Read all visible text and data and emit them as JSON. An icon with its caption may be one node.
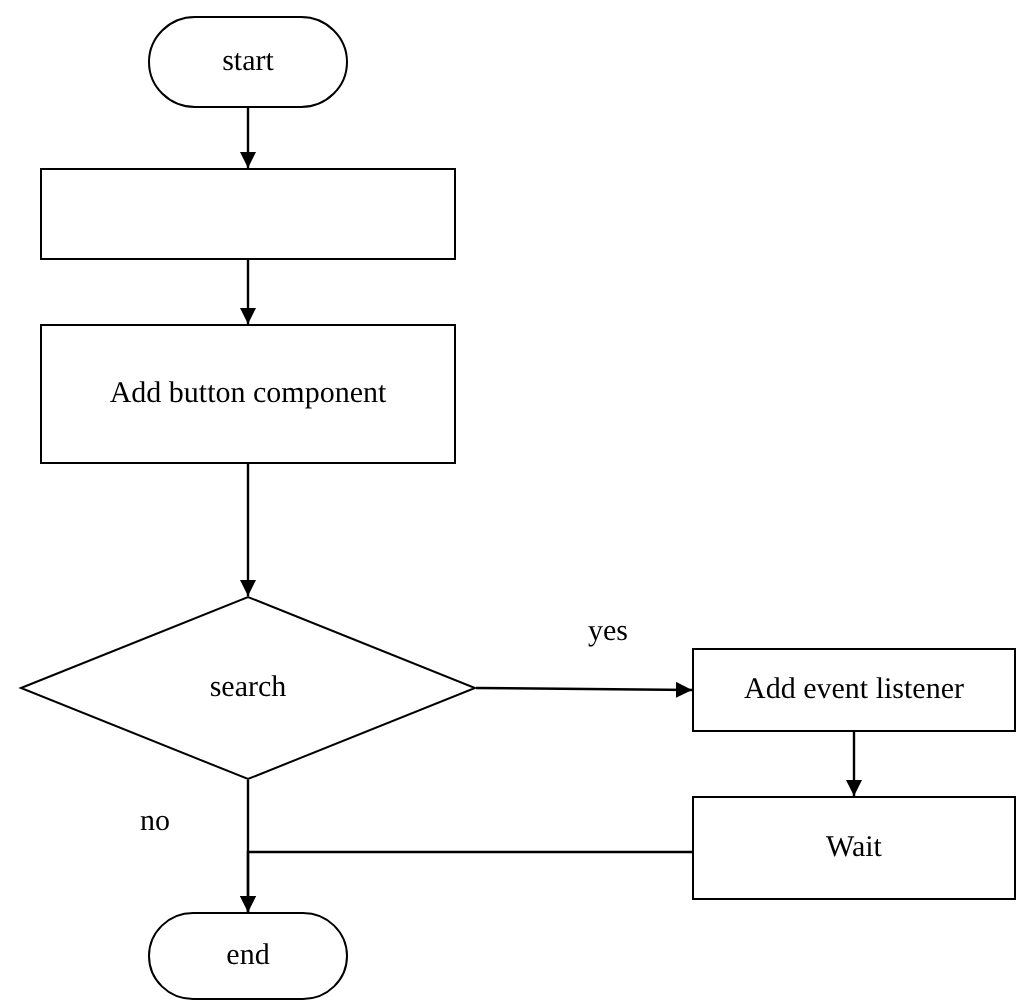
{
  "diagram": {
    "nodes": [
      {
        "text": [
          "start"
        ]
      },
      {
        "text": [],
        "shape": "box"
      },
      {
        "text": [
          "Add button component"
        ]
      },
      {
        "text": [
          "search"
        ]
      },
      {
        "text": [
          "Add event listener"
        ]
      },
      {
        "text": [
          "Wait"
        ]
      },
      {
        "text": [
          "end"
        ]
      }
    ],
    "edges": [
      {
        "from": 0,
        "to": 1,
        "arrow": "to"
      },
      {
        "from": 1,
        "to": 2,
        "arrow": "to"
      },
      {
        "from": 2,
        "to": 3,
        "arrow": "to"
      },
      {
        "from": 3,
        "to": 4,
        "arrow": "to",
        "label": "yes"
      },
      {
        "from": 4,
        "to": 5,
        "arrow": "to"
      },
      {
        "from": 3,
        "to": 6,
        "arrow": "to",
        "label": "no"
      },
      {
        "from": 5,
        "to": 6,
        "arrow": "to"
      }
    ]
  }
}
